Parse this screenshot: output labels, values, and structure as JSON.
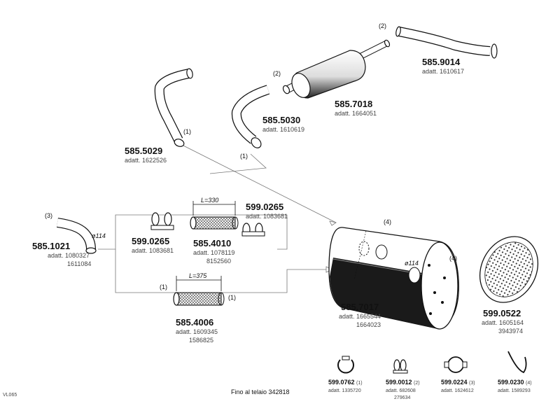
{
  "diagram": {
    "code": "VL065",
    "note": "Fino al telaio 342818",
    "parts": {
      "p_9014": {
        "number": "585.9014",
        "marker": "(2)",
        "sub": [
          "adatt. 1610617"
        ]
      },
      "p_7018": {
        "number": "585.7018",
        "marker": "(2)",
        "sub": [
          "adatt. 1664051"
        ]
      },
      "p_5030": {
        "number": "585.5030",
        "marker": "(1)",
        "sub": [
          "adatt. 1610619"
        ]
      },
      "p_5029": {
        "number": "585.5029",
        "marker": "(1)",
        "sub": [
          "adatt. 1622526"
        ]
      },
      "p_1021": {
        "number": "585.1021",
        "marker": "(3)",
        "sub": [
          "adatt. 1080327",
          "1611084"
        ],
        "dia": "ø114"
      },
      "p_0265a": {
        "number": "599.0265",
        "sub": [
          "adatt. 1083681"
        ]
      },
      "p_0265b": {
        "number": "599.0265",
        "sub": [
          "adatt. 1083681"
        ]
      },
      "p_4010": {
        "number": "585.4010",
        "sub": [
          "adatt. 1078119",
          "8152560"
        ],
        "length": "L=330"
      },
      "p_4006": {
        "number": "585.4006",
        "marker_l": "(1)",
        "marker_r": "(1)",
        "sub": [
          "adatt. 1609345",
          "1586825"
        ],
        "length": "L=375"
      },
      "p_7017": {
        "number": "585.7017",
        "marker_a": "(4)",
        "marker_b": "(4)",
        "sub": [
          "adatt. 1665544",
          "1664023"
        ],
        "dia": "ø114"
      },
      "p_0522": {
        "number": "599.0522",
        "sub": [
          "adatt. 1605164",
          "3943974"
        ]
      }
    },
    "accessories": [
      {
        "number": "599.0762",
        "marker": "(1)",
        "sub": [
          "adatt. 1335720"
        ]
      },
      {
        "number": "599.0012",
        "marker": "(2)",
        "sub": [
          "adatt. 682608",
          "279634"
        ]
      },
      {
        "number": "599.0224",
        "marker": "(3)",
        "sub": [
          "adatt. 1624612"
        ]
      },
      {
        "number": "599.0230",
        "marker": "(4)",
        "sub": [
          "adatt. 1589293"
        ]
      }
    ]
  }
}
